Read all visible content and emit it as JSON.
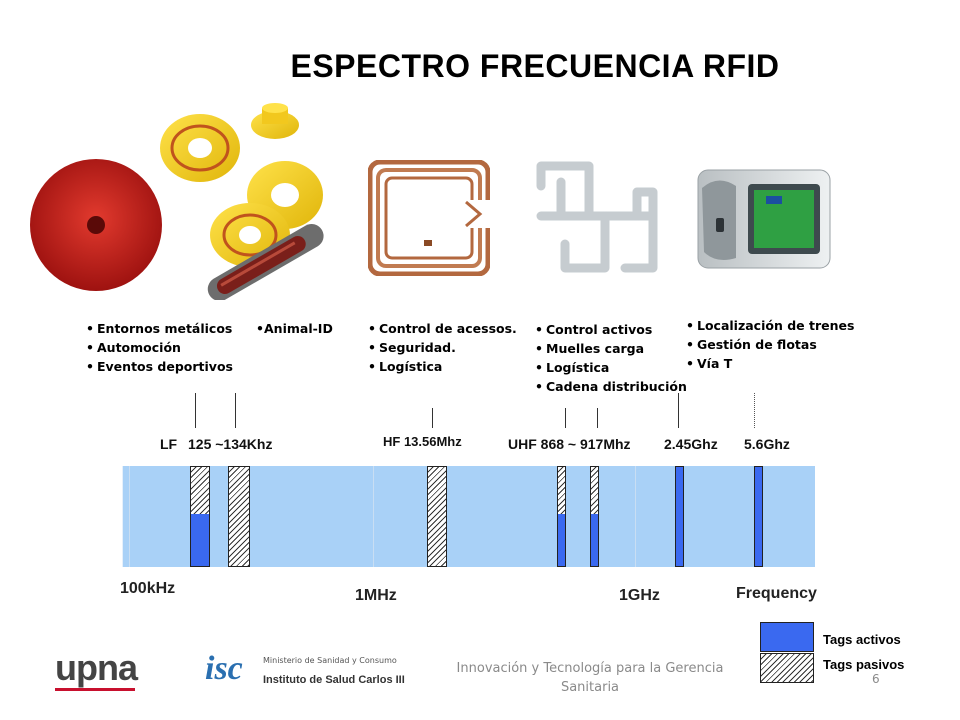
{
  "title": "ESPECTRO FRECUENCIA RFID",
  "lists": [
    {
      "items": [
        "Entornos metálicos",
        "Automoción",
        "Eventos deportivos"
      ]
    },
    {
      "items": [
        "Animal-ID"
      ]
    },
    {
      "items": [
        "Control de acessos.",
        "Seguridad.",
        "Logística"
      ]
    },
    {
      "items": [
        "Control  activos",
        "Muelles carga",
        "Logística",
        "Cadena distribución"
      ]
    },
    {
      "items": [
        "Localización de trenes",
        "Gestión de flotas",
        "Vía T"
      ]
    }
  ],
  "freq_labels": {
    "lf": "LF",
    "lf_range": "125 ~134Khz",
    "hf": "HF 13.56Mhz",
    "uhf": "UHF 868 ~ 917Mhz",
    "f245": "2.45Ghz",
    "f56": "5.6Ghz"
  },
  "scale": {
    "s100k": "100kHz",
    "s1m": "1MHz",
    "s1g": "1GHz",
    "freq": "Frequency"
  },
  "legend": {
    "active": "Tags activos",
    "passive": "Tags pasivos",
    "active_color": "#3a69f0"
  },
  "footer": {
    "text": "Innovación y Tecnología para la Gerencia Sanitaria",
    "page": "6",
    "upna_logo": "upna",
    "isc_logo": "isc",
    "ministerio": "Ministerio de Sanidad y Consumo",
    "instituto": "Instituto de Salud Carlos III"
  }
}
